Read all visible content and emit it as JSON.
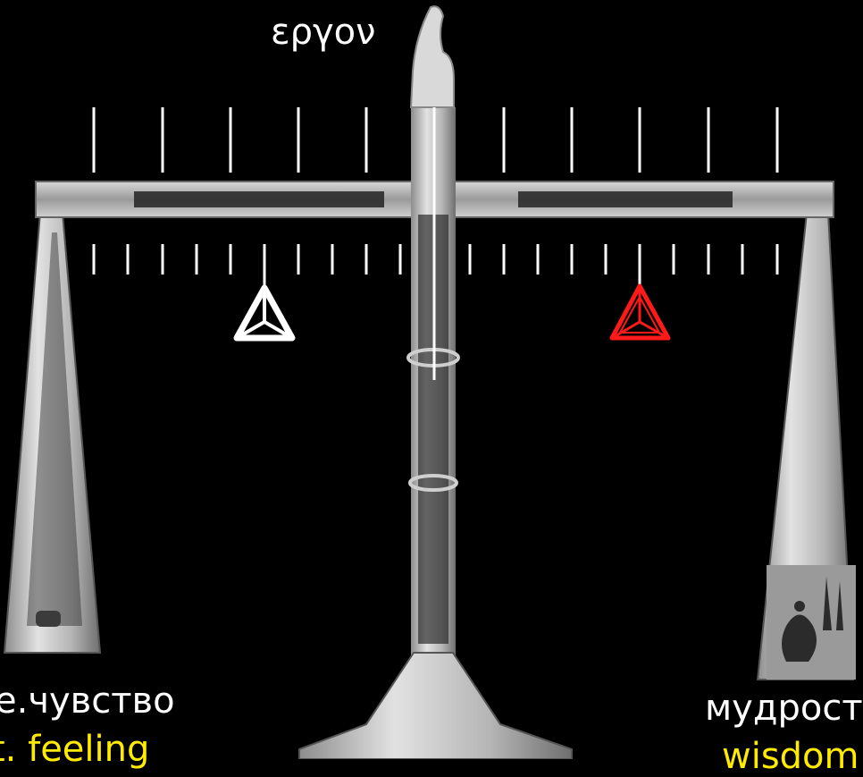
{
  "title": "εργον",
  "left": {
    "label_ru": "е.чувство",
    "label_en": "t. feeling",
    "marker_color": "#ffffff"
  },
  "right": {
    "label_ru": "мудрость",
    "label_en": "wisdom",
    "marker_color": "#ff1a1a"
  },
  "colors": {
    "background": "#000000",
    "ticks": "#ffffff",
    "translation": "#ffeb00",
    "metal": "#c9c9c9"
  },
  "icons": [
    "balance-scale",
    "triangle-marker-left",
    "triangle-marker-right",
    "stamp-seal"
  ]
}
